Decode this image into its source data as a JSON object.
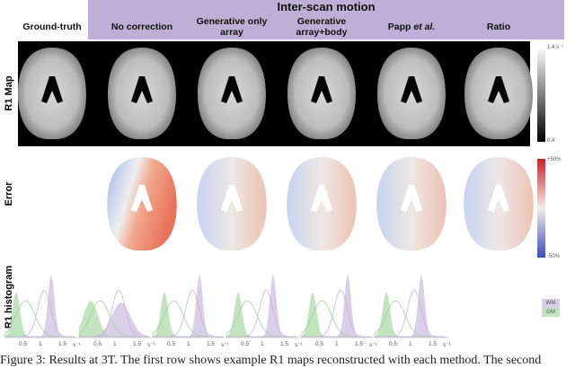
{
  "header": {
    "group_title": "Inter-scan motion"
  },
  "columns": [
    "Ground-truth",
    "No correction",
    "Generative only array",
    "Generative array+body",
    "Papp et al.",
    "Ratio"
  ],
  "papp": {
    "name": "Papp ",
    "etal": "et al."
  },
  "rows": {
    "r1_map": "R1 Map",
    "error": "Error",
    "histogram": "R1 histogram"
  },
  "colorbars": {
    "r1": {
      "max": "1.4 s⁻¹",
      "min": "0.4",
      "colors": [
        "#ffffff",
        "#000000"
      ]
    },
    "error": {
      "max": "+50%",
      "min": "-50%",
      "colors": [
        "#c8232c",
        "#f4f0ec",
        "#3b4cc0"
      ]
    }
  },
  "histogram": {
    "ticks": [
      "0.5",
      "1",
      "1.5",
      "s⁻¹"
    ],
    "legend": [
      {
        "label": "WM",
        "color": "#d9cfe8"
      },
      {
        "label": "GM",
        "color": "#bfe3bd"
      }
    ]
  },
  "caption": "Figure 3: Results at 3T. The first row shows example R1 maps reconstructed with each method. The second"
}
